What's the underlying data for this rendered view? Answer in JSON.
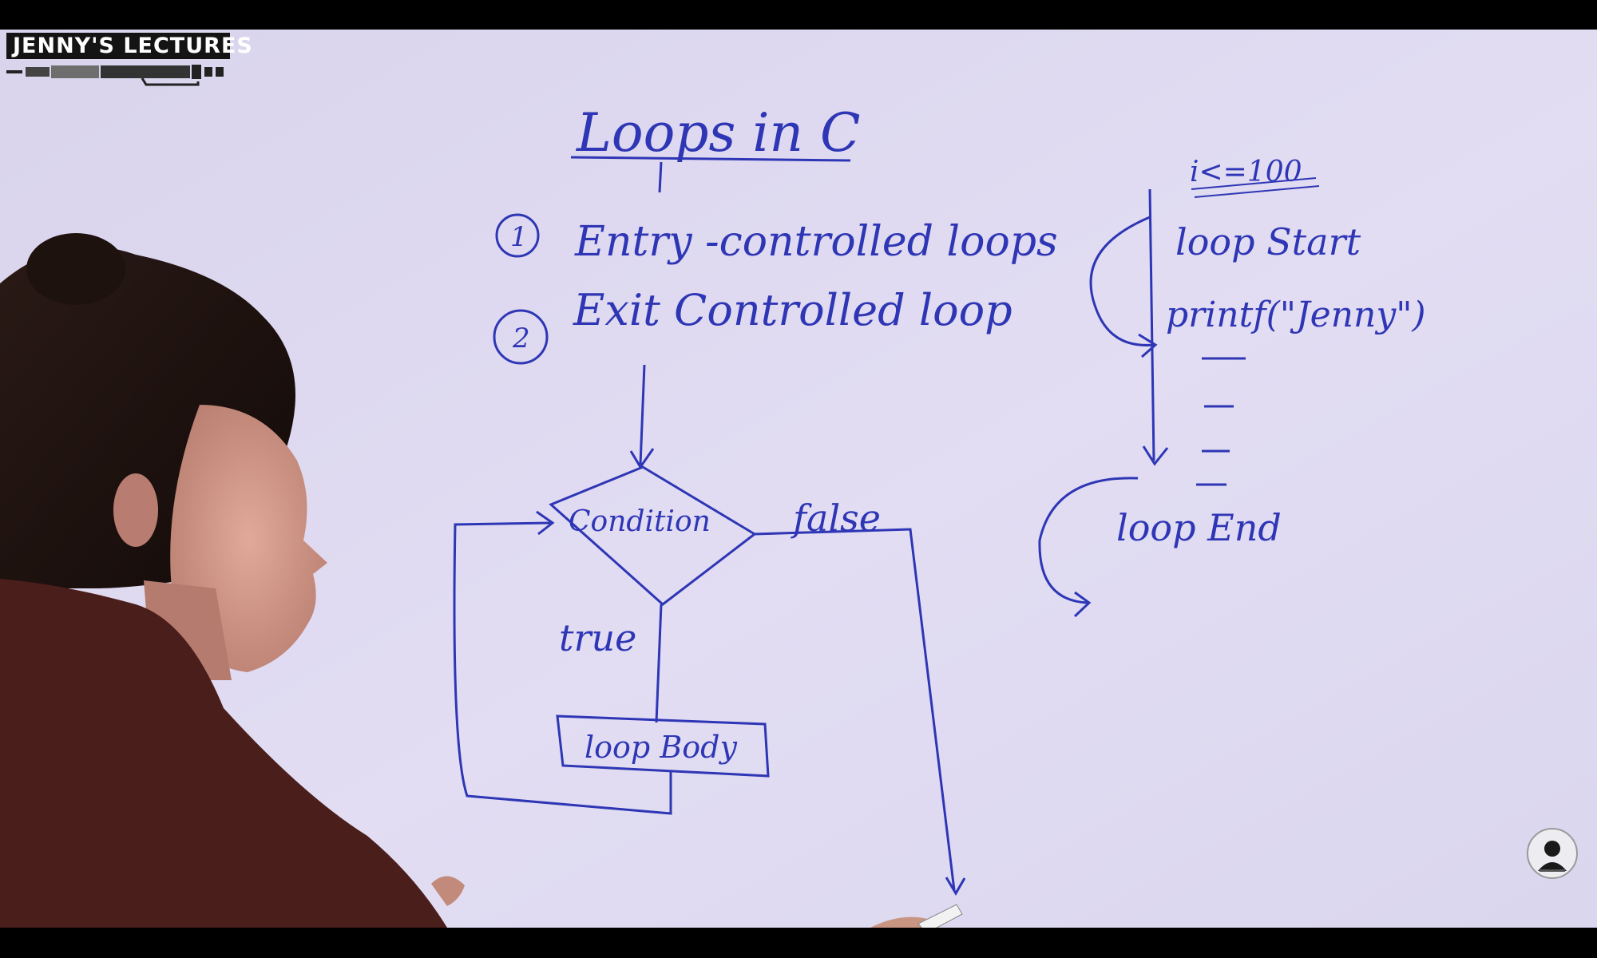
{
  "brand": {
    "name": "JENNY'S LECTURES",
    "logo_icon": "pen-icon"
  },
  "board": {
    "title": "Loops in C",
    "items": [
      {
        "num": "1",
        "text": "Entry -controlled loops"
      },
      {
        "num": "2",
        "text": "Exit Controlled loop"
      }
    ],
    "flowchart": {
      "condition": "Condition",
      "false_label": "false",
      "true_label": "true",
      "body": "loop Body"
    },
    "side_notes": {
      "cond": "i<=100",
      "start": "loop Start",
      "stmt": "printf(\"Jenny\")",
      "end": "loop End"
    }
  },
  "overlay": {
    "avatar_icon": "channel-avatar-icon"
  },
  "colors": {
    "board": "#ddd8f0",
    "marker": "#2e36b5",
    "sweater": "#4a1e1b"
  }
}
